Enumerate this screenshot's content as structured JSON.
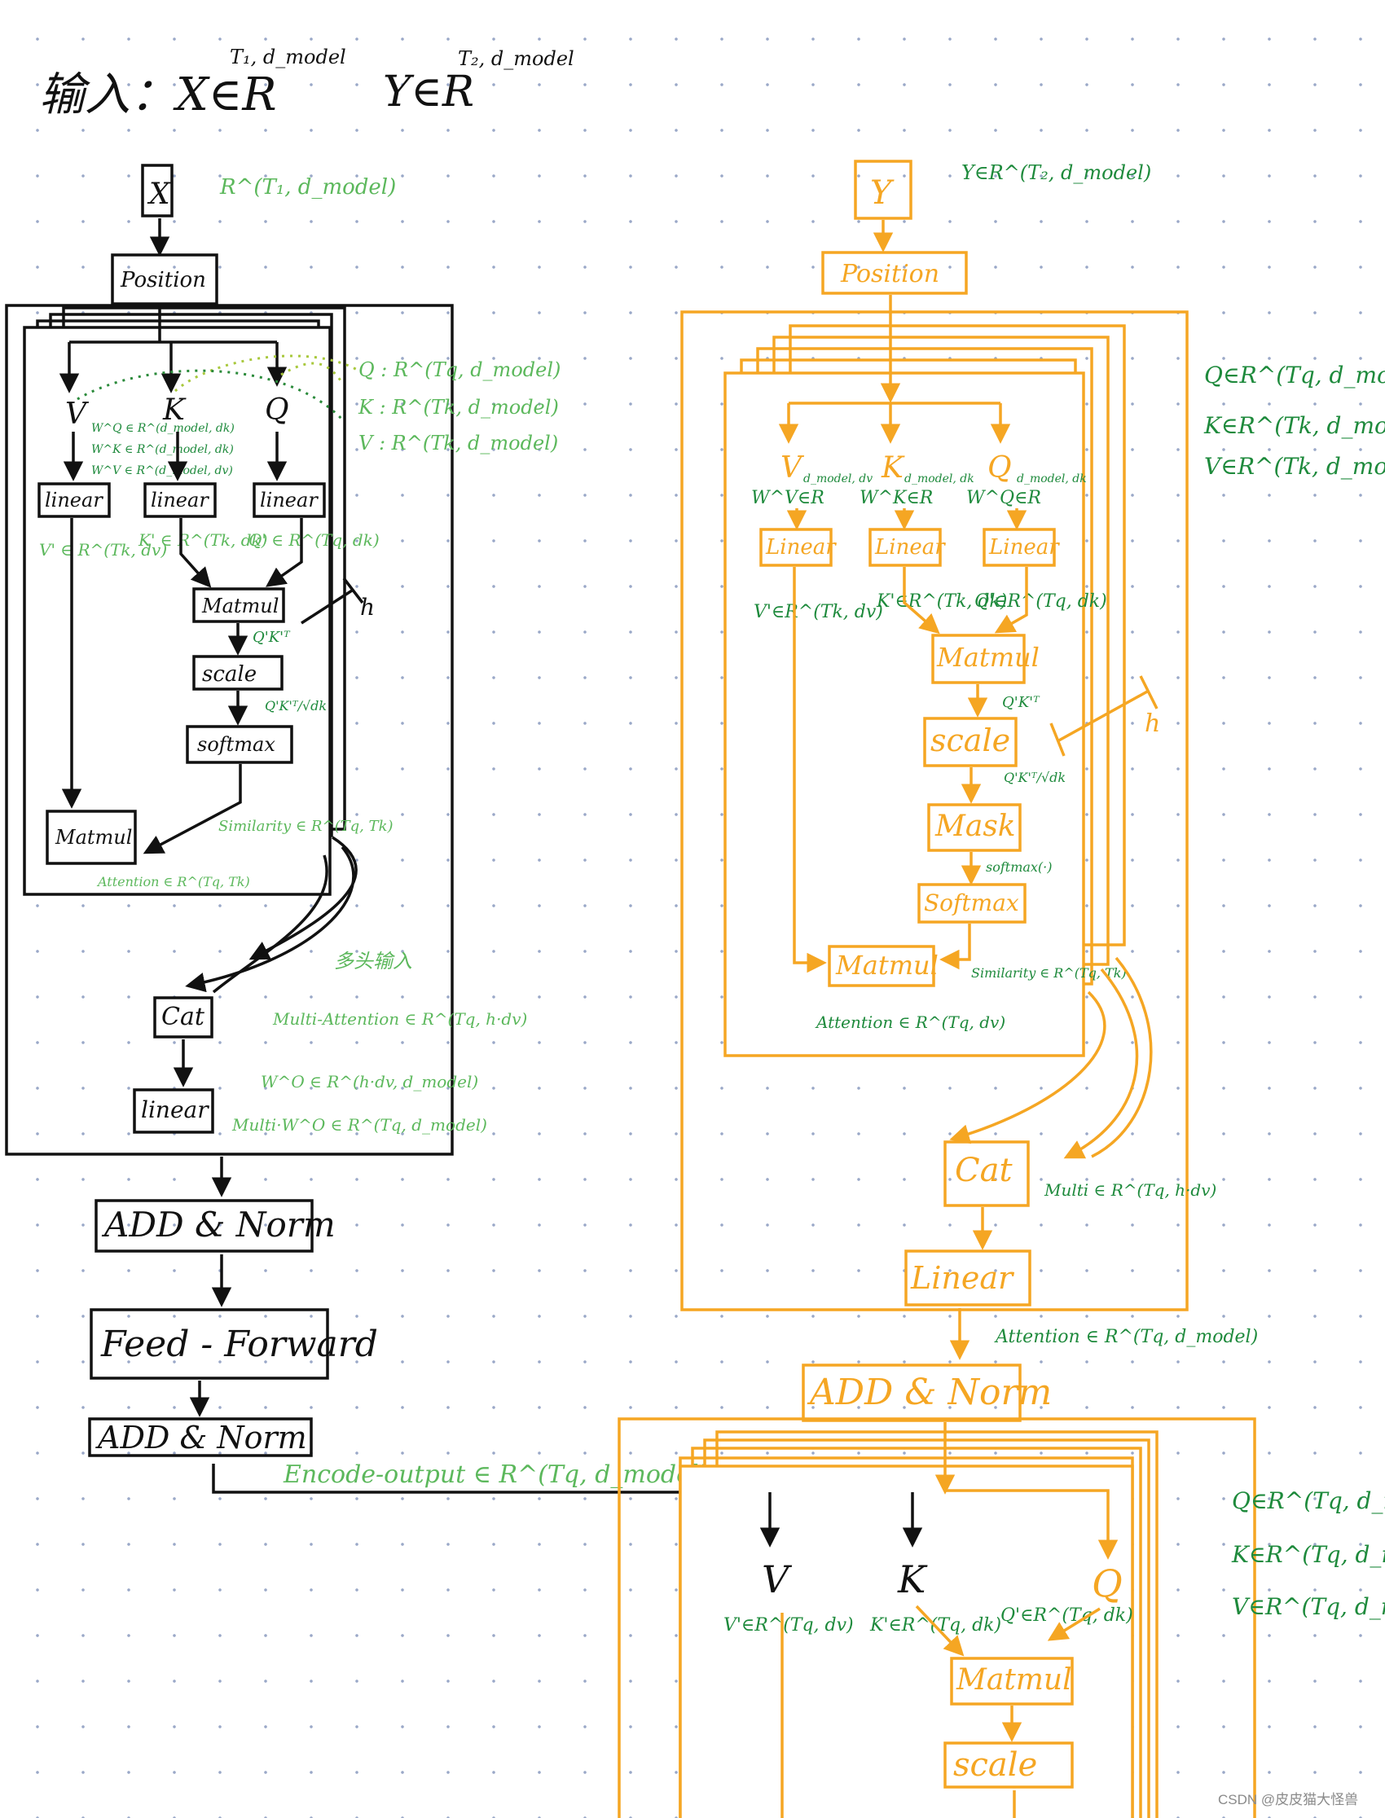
{
  "header": {
    "input_label": "输入：X∈R",
    "input_x_sup": "T₁, d_model",
    "input_y": "Y∈R",
    "input_y_sup": "T₂, d_model"
  },
  "encoder": {
    "x_label": "X",
    "x_dim": "R^(T₁, d_model)",
    "position": "Position",
    "v": "V",
    "k": "K",
    "q": "Q",
    "qkv_dims": [
      "Q : R^(Tq, d_model)",
      "K : R^(Tk, d_model)",
      "V : R^(Tk, d_model)"
    ],
    "w_labels": [
      "W^Q ∈ R^(d_model, dk)",
      "W^K ∈ R^(d_model, dk)",
      "W^V ∈ R^(d_model, dv)"
    ],
    "linear": "linear",
    "linear_dims": [
      "V' ∈ R^(Tk, dv)",
      "K' ∈ R^(Tk, dk)",
      "Q' ∈ R^(Tq, dk)"
    ],
    "matmul": "Matmul",
    "matmul_out": "Q'K'ᵀ",
    "scale": "scale",
    "scale_out": "Q'K'ᵀ/√dk",
    "softmax": "softmax",
    "h": "h",
    "similarity": "Similarity ∈ R^(Tq, Tk)",
    "matmul2": "Matmul",
    "attention": "Attention ∈ R^(Tq, Tk)",
    "multihead": "多头输入",
    "cat": "Cat",
    "cat_out": "Multi-Attention ∈ R^(Tq, h·dv)",
    "wo": "W^O ∈ R^(h·dv, d_model)",
    "linear_out": "linear",
    "final_dim": "Multi·W^O ∈ R^(Tq, d_model)"
  },
  "stack": {
    "add_norm_1": "ADD & Norm",
    "feed_forward": "Feed - Forward",
    "add_norm_2": "ADD & Norm",
    "encode_output": "Encode-output ∈ R^(Tq, d_model)"
  },
  "decoder": {
    "y_label": "Y",
    "y_dim": "Y∈R^(T₂, d_model)",
    "position": "Position",
    "qkv_dims": [
      "Q∈R^(Tq, d_model)",
      "K∈R^(Tk, d_model)",
      "V∈R^(Tk, d_model)"
    ],
    "v": "V",
    "k": "K",
    "q": "Q",
    "v_sub": "d_model, dv",
    "k_sub": "d_model, dk",
    "q_sub": "d_model, dk",
    "w_labels": [
      "W^V∈R",
      "W^K∈R",
      "W^Q∈R"
    ],
    "linear": "Linear",
    "linear_dims": [
      "V'∈R^(Tk, dv)",
      "K'∈R^(Tk, dk)",
      "Q'∈R^(Tq, dk)"
    ],
    "matmul": "Matmul",
    "matmul_out": "Q'K'ᵀ",
    "scale": "scale",
    "scale_out": "Q'K'ᵀ/√dk",
    "mask": "Mask",
    "softmax_in": "softmax(·)",
    "softmax": "Softmax",
    "h": "h",
    "similarity": "Similarity ∈ R^(Tq, Tk)",
    "matmul2": "Matmul",
    "attention": "Attention ∈ R^(Tq, dv)",
    "cat": "Cat",
    "cat_out": "Multi ∈ R^(Tq, h·dv)",
    "linear_out": "Linear",
    "final_dim": "Attention ∈ R^(Tq, d_model)",
    "add_norm": "ADD & Norm"
  },
  "cross": {
    "v": "V",
    "k": "K",
    "q": "Q",
    "qkv_dims": [
      "Q∈R^(Tq, d_model)",
      "K∈R^(Tq, d_model)",
      "V∈R^(Tq, d_model)"
    ],
    "v_dim": "V'∈R^(Tq, dv)",
    "k_dim": "K'∈R^(Tq, dk)",
    "q_dim": "Q'∈R^(Tq, dk)",
    "matmul": "Matmul",
    "scale": "scale"
  },
  "watermark": "CSDN @皮皮猫大怪兽",
  "colors": {
    "ink": "#111111",
    "orange": "#f5a623",
    "dark_green": "#1e8a3c",
    "light_green": "#5cb85c",
    "dots": "#9aa8c8"
  }
}
